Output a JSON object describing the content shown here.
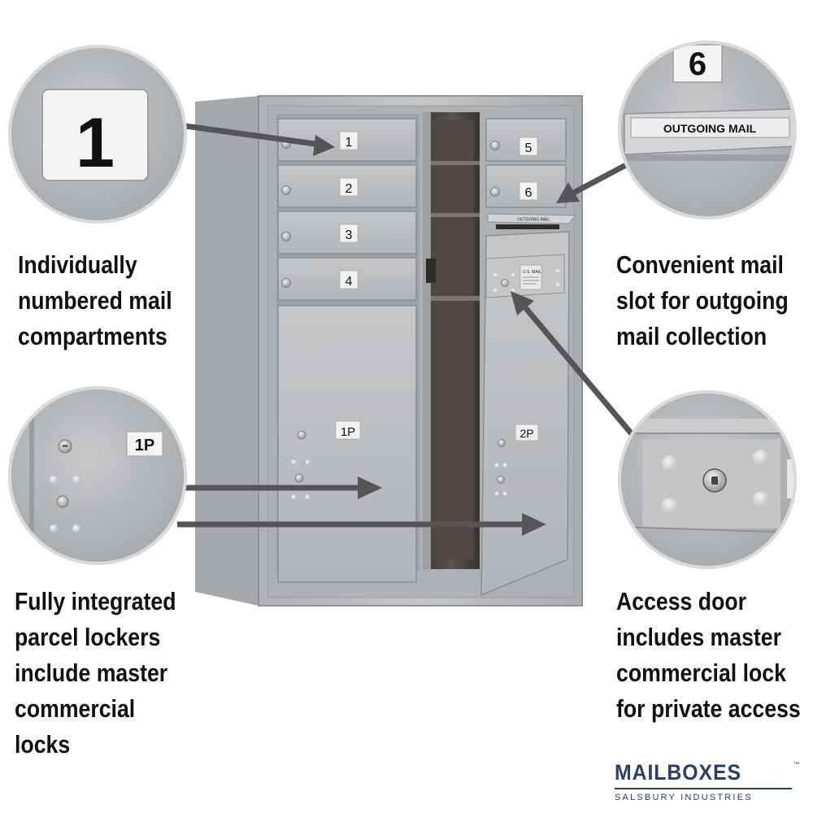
{
  "compartments": {
    "numbers": [
      "1",
      "2",
      "3",
      "4",
      "5",
      "6"
    ],
    "parcel_lockers": [
      "1P",
      "2P"
    ]
  },
  "outgoing_slot": {
    "label": "OUTGOING MAIL"
  },
  "access_door": {
    "label": "U.S. MAIL"
  },
  "callouts": {
    "compartment_number": {
      "label": "1"
    },
    "outgoing": {
      "number": "6",
      "label": "OUTGOING MAIL"
    },
    "parcel": {
      "label": "1P"
    }
  },
  "captions": {
    "compartments": [
      "Individually",
      "numbered mail",
      "compartments"
    ],
    "outgoing": [
      "Convenient mail",
      "slot for outgoing",
      "mail collection"
    ],
    "parcel": [
      "Fully integrated",
      "parcel lockers",
      "include master",
      "commercial",
      "locks"
    ],
    "access": [
      "Access door",
      "includes master",
      "commercial lock",
      "for private access"
    ]
  },
  "brand": {
    "name": "MAILBOXES",
    "tm": "™",
    "subtitle": "SALSBURY INDUSTRIES"
  },
  "colors": {
    "metal": "#b4b7ba",
    "metal_light": "#c9cbcd",
    "metal_dark": "#8d9094",
    "interior": "#4b4540",
    "arrow": "#555558",
    "text": "#111111",
    "brand": "#2a3f63"
  }
}
